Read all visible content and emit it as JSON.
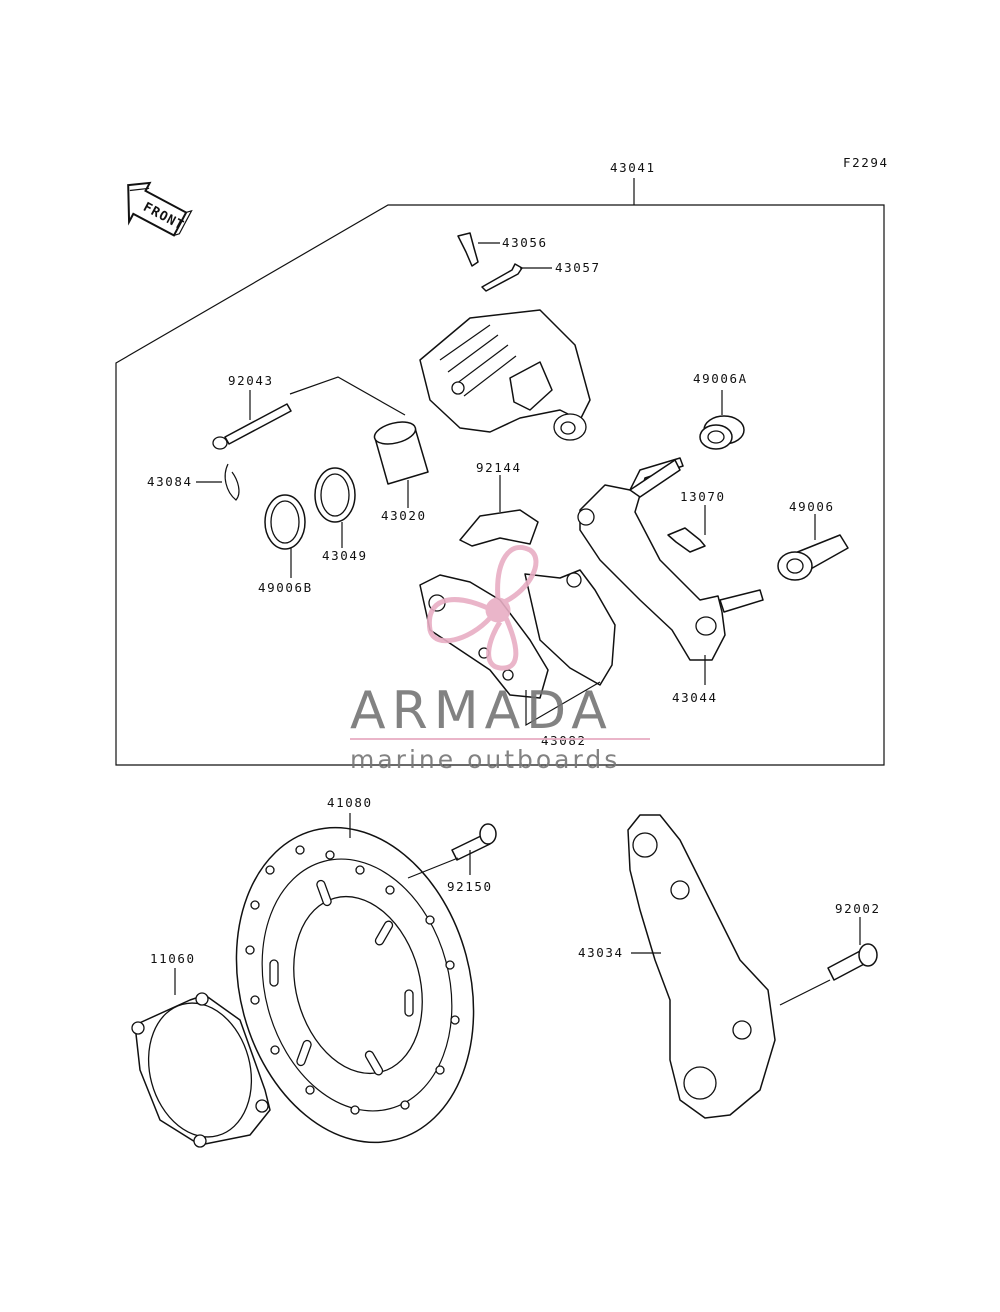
{
  "figure_code": "F2294",
  "front_arrow_label": "FRONT",
  "watermark": {
    "brand": "ARMADA",
    "tagline": "marine outboards",
    "accent_color": "#e8aec4",
    "text_color": "#757575"
  },
  "labels": {
    "p43041": "43041",
    "p43056": "43056",
    "p43057": "43057",
    "p92043": "92043",
    "p43084": "43084",
    "p49006a": "49006A",
    "p92144": "92144",
    "p13070": "13070",
    "p49006": "49006",
    "p43020": "43020",
    "p43049": "43049",
    "p49006b": "49006B",
    "p43044": "43044",
    "p43082": "43082",
    "p41080": "41080",
    "p92150": "92150",
    "p11060": "11060",
    "p43034": "43034",
    "p92002": "92002"
  }
}
